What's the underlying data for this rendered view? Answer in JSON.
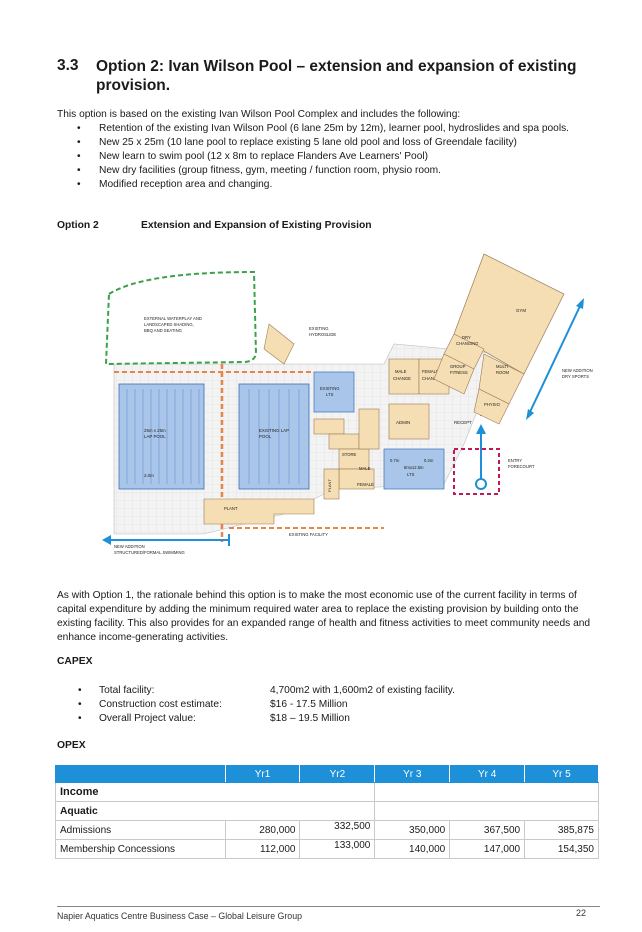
{
  "section": {
    "number": "3.3",
    "title": "Option 2: Ivan Wilson Pool – extension and expansion of existing provision."
  },
  "intro": "This option is based on the existing Ivan Wilson Pool Complex and includes the following:",
  "bullets": [
    "Retention of the existing Ivan Wilson Pool (6 lane 25m by 12m), learner pool, hydroslides and spa pools.",
    "New 25 x 25m (10 lane pool to replace existing 5 lane old pool and loss of Greendale facility)",
    "New learn to swim pool (12 x 8m to replace Flanders Ave Learners' Pool)",
    "New dry facilities (group fitness, gym, meeting / function room, physio room.",
    "Modified reception area and changing."
  ],
  "option_heading": {
    "label": "Option 2",
    "title": "Extension and Expansion of Existing Provision"
  },
  "diagram": {
    "labels": {
      "waterplay1": "EXTERNAL WATERPLAY AND",
      "waterplay2": "LANDSCAPED SHADING,",
      "waterplay3": "BBQ AND SEATING",
      "hydroslide1": "EXISTING",
      "hydroslide2": "HYDROSLIDE",
      "lap1": "25m x 25m",
      "lap2": "LAP POOL",
      "depth": "2.0m",
      "exlap1": "EXISTING LAP",
      "exlap2": "POOL",
      "lts1": "EXISTING",
      "lts2": "LTS",
      "plant": "PLANT",
      "plant2": "PLANT",
      "store": "STORE",
      "male": "MALE",
      "female": "FEMALE",
      "malech1": "MALE",
      "malech2": "CHANGE",
      "femch1": "FEMALE",
      "femch2": "CHANGE",
      "admin": "ADMIN",
      "recept": "RECEPT",
      "entry": "ENTRY",
      "entryfc1": "ENTRY",
      "entryfc2": "FORECOURT",
      "newlts1": "0.7m",
      "newlts2": "0.2m",
      "newlts3": "8mx12.5m",
      "newlts4": "LTS",
      "gym": "GYM",
      "dry1": "DRY",
      "dry2": "CHANGING",
      "gf1": "GROUP",
      "gf2": "FITNESS",
      "multi1": "MULTI",
      "multi2": "ROOM",
      "physio": "PHYSIO",
      "newdry1": "NEW ADDITION",
      "newdry2": "DRY SPORTS",
      "newstruct1": "NEW ADDITION",
      "newstruct2": "STRUCTURED/FORMAL SWIMMING",
      "existfac": "EXISTING FACILITY"
    }
  },
  "para2": "As with Option 1, the rationale behind this option is to make the most economic use of the current facility in terms of capital expenditure by adding the minimum required water area to replace the existing provision by building onto the existing facility. This also provides for an expanded range of health and fitness activities to meet community needs and enhance income-generating activities.",
  "capex": {
    "heading": "CAPEX",
    "items": [
      {
        "label": "Total facility:",
        "value": "4,700m2 with 1,600m2 of existing facility."
      },
      {
        "label": "Construction cost estimate:",
        "value": "$16 - 17.5 Million"
      },
      {
        "label": "Overall Project value:",
        "value": "$18 – 19.5 Million"
      }
    ]
  },
  "opex": {
    "heading": "OPEX",
    "columns": [
      "Yr1",
      "Yr2",
      "Yr 3",
      "Yr 4",
      "Yr 5"
    ],
    "income_label": "Income",
    "aquatic_label": "Aquatic",
    "rows": [
      {
        "label": "Admissions",
        "values": [
          "280,000",
          "332,500",
          "350,000",
          "367,500",
          "385,875"
        ]
      },
      {
        "label": "Membership Concessions",
        "values": [
          "112,000",
          "133,000",
          "140,000",
          "147,000",
          "154,350"
        ]
      }
    ]
  },
  "footer": {
    "text": "Napier Aquatics Centre Business Case – Global Leisure Group",
    "page": "22"
  }
}
